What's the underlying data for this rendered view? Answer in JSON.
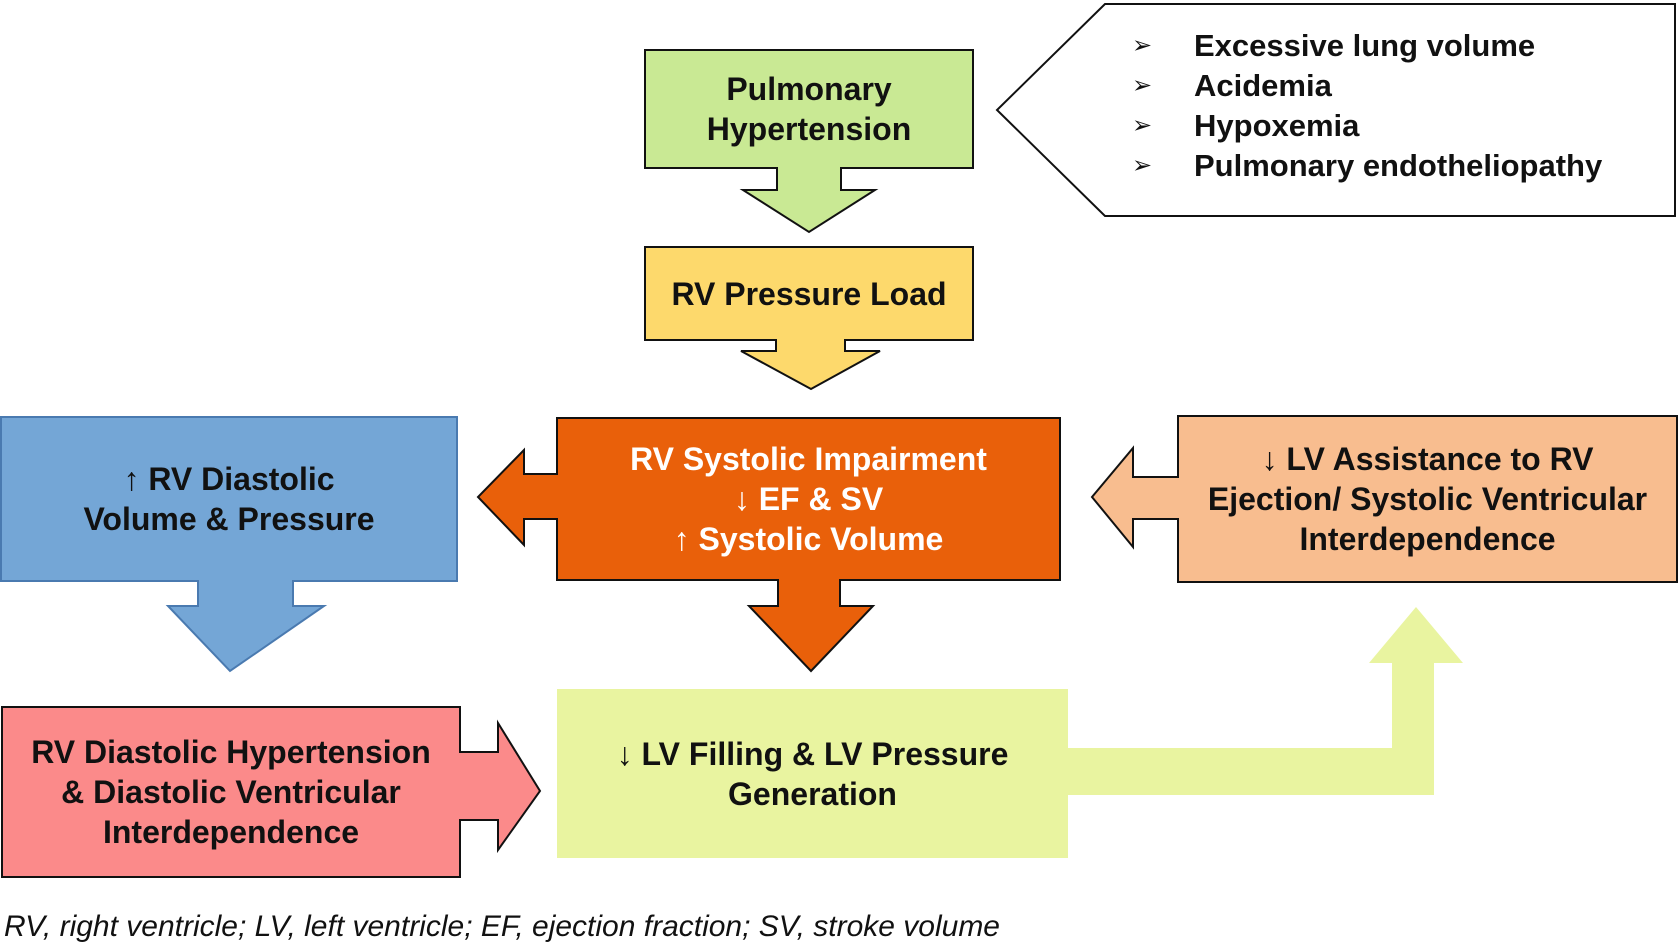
{
  "colors": {
    "pulmonary_hypertension": "#c9e994",
    "rv_pressure_load": "#fdd96c",
    "rv_systolic_impairment": "#e9600a",
    "rv_diastolic_volume": "#74a6d6",
    "lv_assistance": "#f8bd8f",
    "rv_diastolic_hypertension": "#fb8a8a",
    "lv_filling": "#e9f4a0",
    "outline": "#111111",
    "blue_outline": "#4a7ab0"
  },
  "nodes": {
    "pulmonary_hypertension": {
      "lines": [
        "Pulmonary",
        "Hypertension"
      ]
    },
    "rv_pressure_load": {
      "lines": [
        "RV Pressure Load"
      ]
    },
    "rv_systolic_impairment": {
      "lines": [
        "RV Systolic Impairment",
        "↓ EF & SV",
        "↑ Systolic Volume"
      ]
    },
    "rv_diastolic_volume": {
      "lines": [
        "↑ RV Diastolic",
        "Volume & Pressure"
      ]
    },
    "lv_assistance": {
      "lines": [
        "↓ LV Assistance to RV",
        "Ejection/ Systolic Ventricular",
        "Interdependence"
      ]
    },
    "rv_diastolic_hypertension": {
      "lines": [
        "RV Diastolic Hypertension",
        "& Diastolic Ventricular",
        "Interdependence"
      ]
    },
    "lv_filling": {
      "lines": [
        "↓ LV Filling & LV Pressure",
        "Generation"
      ]
    }
  },
  "causes": {
    "bullet_icon": "arrowhead-bullet-icon",
    "bullet_glyph": "➢",
    "items": [
      "Excessive lung volume",
      "Acidemia",
      "Hypoxemia",
      "Pulmonary endotheliopathy"
    ]
  },
  "caption": "RV, right ventricle; LV, left ventricle; EF, ejection fraction; SV, stroke volume"
}
